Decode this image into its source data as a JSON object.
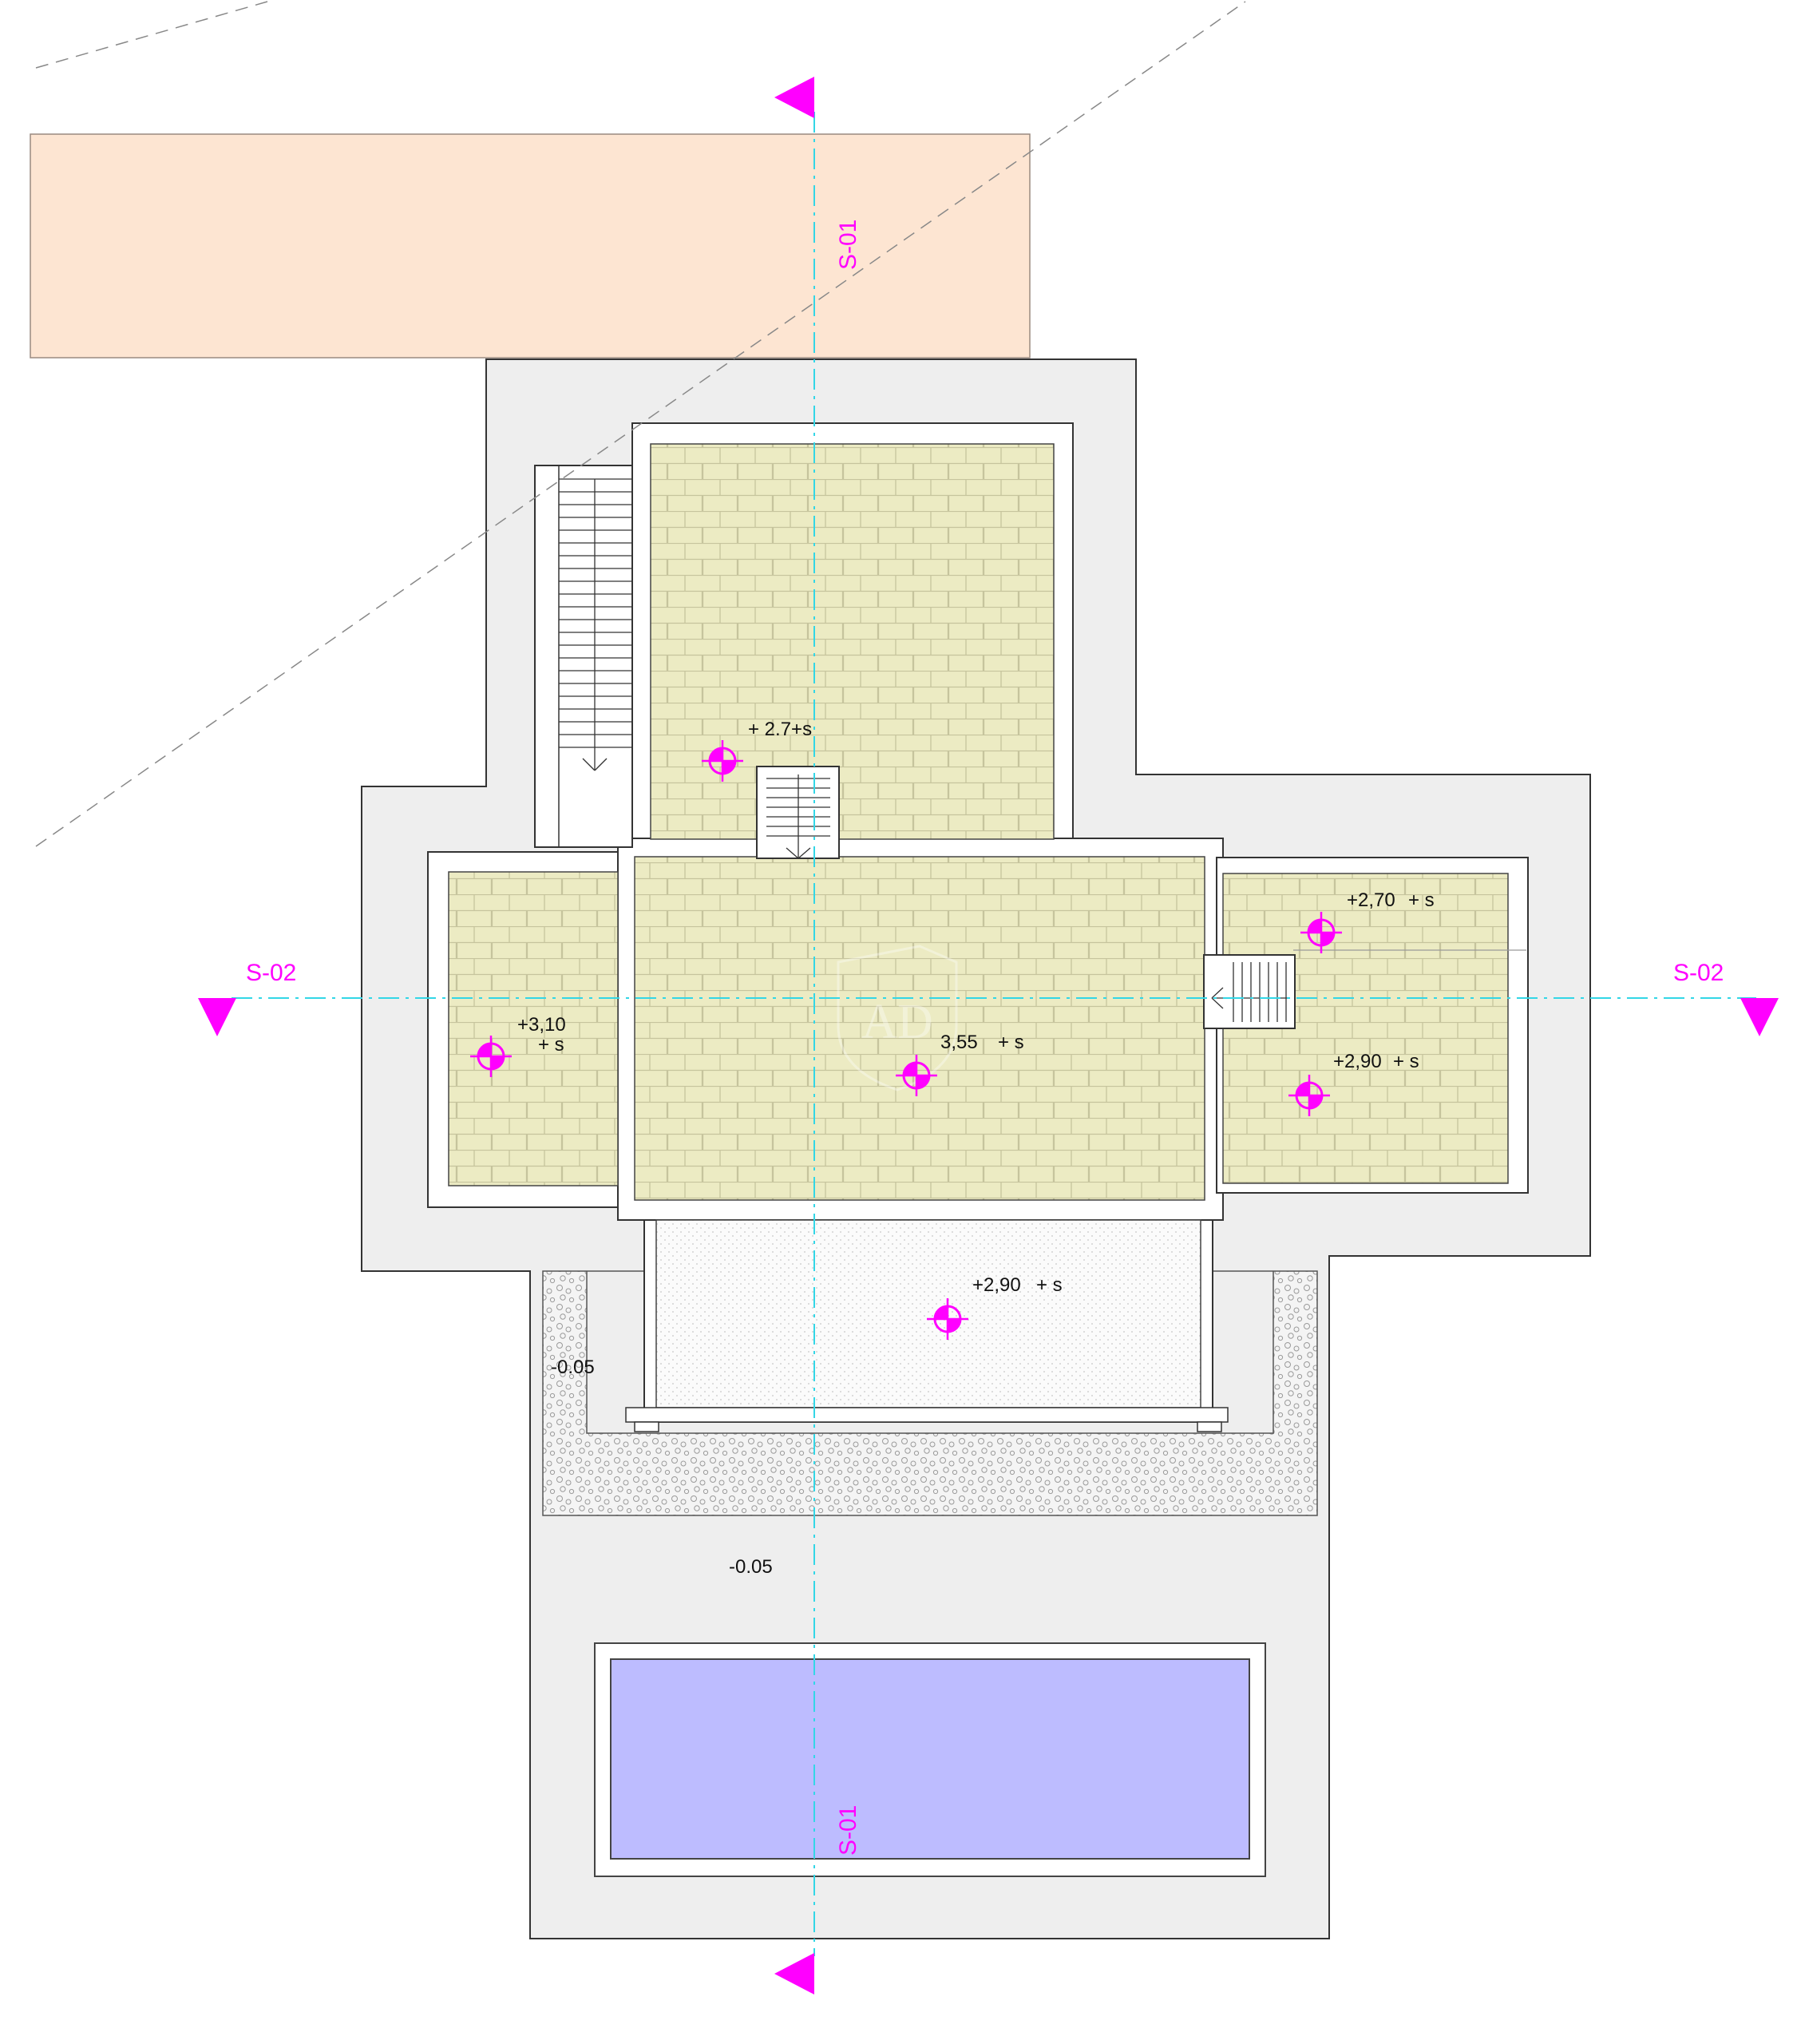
{
  "sections": {
    "s01_top": "S-01",
    "s01_bottom": "S-01",
    "s02_left": "S-02",
    "s02_right": "S-02"
  },
  "levels": {
    "upper_terrace": "+ 2.7+s",
    "central_room": "3,55",
    "central_room_suffix": "+ s",
    "west_room": "+3,10",
    "west_room_suffix": "+ s",
    "east_upper": "+2,70",
    "east_upper_suffix": "+ s",
    "east_lower": "+2,90",
    "east_lower_suffix": "+ s",
    "porch": "+2,90",
    "porch_suffix": "+ s",
    "gravel_side": "-0.05",
    "yard": "-0.05"
  },
  "watermark": "AD",
  "colors": {
    "neighbor_lot": "#fde5d2",
    "site_slab": "#eeeeee",
    "tile_floor": "#ecebc3",
    "pool_water": "#bdbcff",
    "marker": "#ff00ff",
    "axis_line": "#33d6e6"
  }
}
